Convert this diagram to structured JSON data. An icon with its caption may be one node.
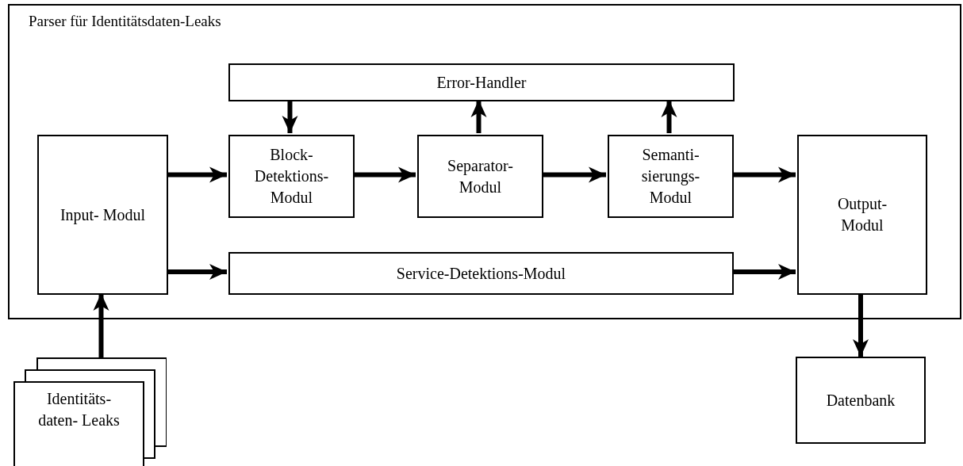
{
  "diagram": {
    "nodes": [
      {
        "text": [
          "Parser für Identitätsdaten-Leaks"
        ]
      },
      {
        "text": [
          "Error-Handler"
        ],
        "in": 0
      },
      {
        "text": [
          "Input- Modul"
        ],
        "in": 0
      },
      {
        "text": [
          "Block- Detektions- Modul"
        ],
        "in": 0
      },
      {
        "text": [
          "Separator- Modul"
        ],
        "in": 0
      },
      {
        "text": [
          "Semanti- sierungs- Modul"
        ],
        "in": 0
      },
      {
        "text": [
          "Output- Modul"
        ],
        "in": 0
      },
      {
        "text": [
          "Service-Detektions-Modul"
        ],
        "in": 0
      },
      {
        "text": [
          "Identitäts- daten- Leaks"
        ]
      },
      {
        "text": [
          "Datenbank"
        ]
      }
    ],
    "edges": [
      {
        "from": 1,
        "to": 3,
        "arrow": "to"
      },
      {
        "from": 4,
        "to": 1,
        "arrow": "to"
      },
      {
        "from": 5,
        "to": 1,
        "arrow": "to"
      },
      {
        "from": 2,
        "to": 3,
        "arrow": "to"
      },
      {
        "from": 3,
        "to": 4,
        "arrow": "to"
      },
      {
        "from": 4,
        "to": 5,
        "arrow": "to"
      },
      {
        "from": 5,
        "to": 6,
        "arrow": "to"
      },
      {
        "from": 2,
        "to": 7,
        "arrow": "to"
      },
      {
        "from": 7,
        "to": 6,
        "arrow": "to"
      },
      {
        "from": 8,
        "to": 2,
        "arrow": "to"
      },
      {
        "from": 6,
        "to": 9,
        "arrow": "to"
      }
    ]
  }
}
